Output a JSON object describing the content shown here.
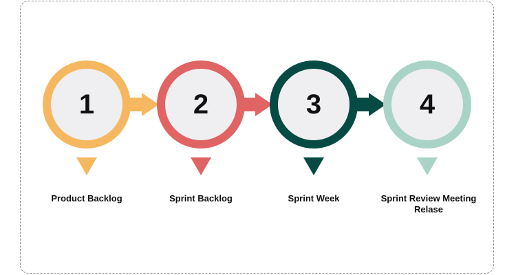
{
  "steps": [
    {
      "number": "1",
      "label": "Product Backlog",
      "color": "#f5b861"
    },
    {
      "number": "2",
      "label": "Sprint Backlog",
      "color": "#e06464"
    },
    {
      "number": "3",
      "label": "Sprint Week",
      "color": "#064a44"
    },
    {
      "number": "4",
      "label": "Sprint Review Meeting Relase",
      "color": "#aad3c7"
    }
  ]
}
